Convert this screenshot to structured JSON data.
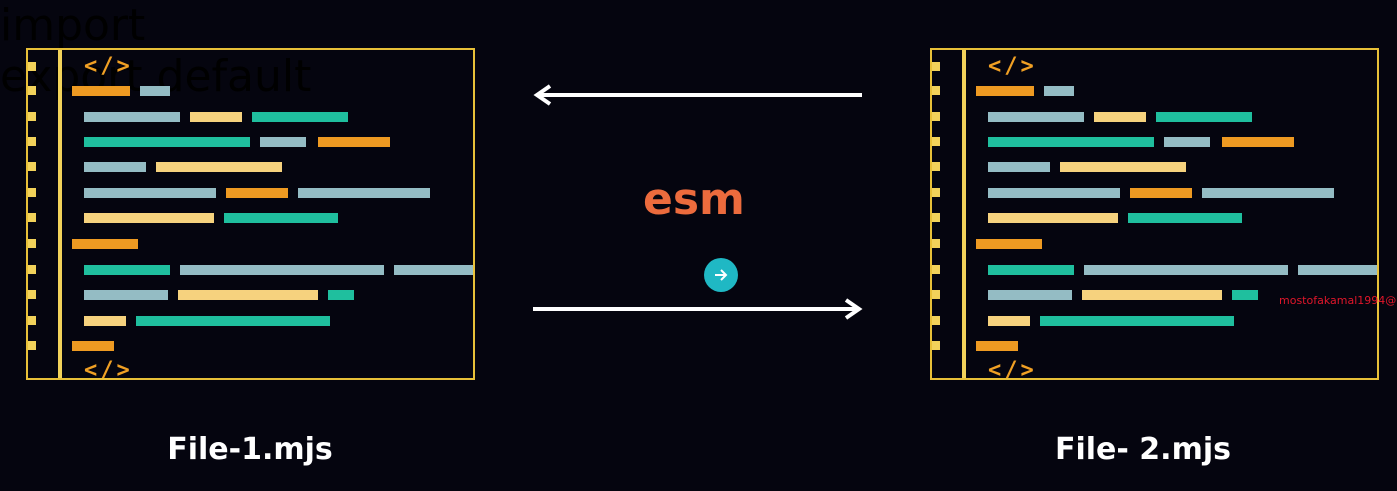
{
  "labels": {
    "import": "import",
    "esm": "esm",
    "export_default": "export default"
  },
  "files": [
    {
      "name": "File-1.mjs",
      "open_tag": "</>",
      "close_tag": "</>"
    },
    {
      "name": "File- 2.mjs",
      "open_tag": "</>",
      "close_tag": "</>"
    }
  ],
  "watermark": "mostofakamal1994@",
  "icons": {
    "play_button": "arrow-right-circle-icon",
    "import_arrow": "arrow-left-icon",
    "export_arrow": "arrow-right-icon"
  },
  "colors": {
    "background": "#05050f",
    "frame": "#e8c038",
    "gutter": "#f2d25a",
    "orange": "#ee9a22",
    "lightblue": "#94bcc4",
    "yellow": "#f6d27e",
    "teal": "#1fbf9e",
    "esm": "#ec6b3d",
    "play_button": "#1fb8c4",
    "watermark": "#e0162a"
  },
  "code_palette": [
    "orange",
    "lightblue",
    "yellow",
    "teal"
  ]
}
